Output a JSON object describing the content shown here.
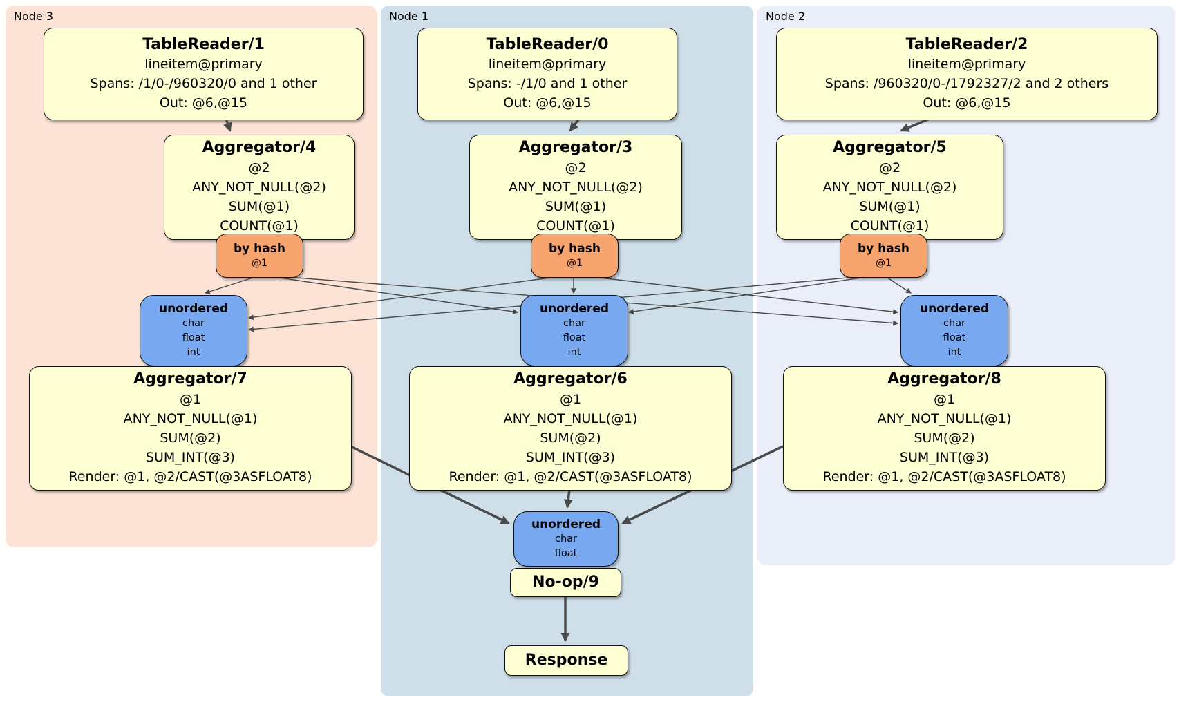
{
  "diagram": {
    "groups": [
      {
        "label": "Node 3"
      },
      {
        "label": "Node 1"
      },
      {
        "label": "Node 2"
      }
    ],
    "processors": {
      "tr1": {
        "title": "TableReader/1",
        "lines": [
          "lineitem@primary",
          "Spans: /1/0-/960320/0 and 1 other",
          "Out: @6,@15"
        ]
      },
      "tr0": {
        "title": "TableReader/0",
        "lines": [
          "lineitem@primary",
          "Spans: -/1/0 and 1 other",
          "Out: @6,@15"
        ]
      },
      "tr2": {
        "title": "TableReader/2",
        "lines": [
          "lineitem@primary",
          "Spans: /960320/0-/1792327/2 and 2 others",
          "Out: @6,@15"
        ]
      },
      "agg4": {
        "title": "Aggregator/4",
        "lines": [
          "@2",
          "ANY_NOT_NULL(@2)",
          "SUM(@1)",
          "COUNT(@1)"
        ]
      },
      "agg3": {
        "title": "Aggregator/3",
        "lines": [
          "@2",
          "ANY_NOT_NULL(@2)",
          "SUM(@1)",
          "COUNT(@1)"
        ]
      },
      "agg5": {
        "title": "Aggregator/5",
        "lines": [
          "@2",
          "ANY_NOT_NULL(@2)",
          "SUM(@1)",
          "COUNT(@1)"
        ]
      },
      "agg7": {
        "title": "Aggregator/7",
        "lines": [
          "@1",
          "ANY_NOT_NULL(@1)",
          "SUM(@2)",
          "SUM_INT(@3)",
          "Render: @1, @2/CAST(@3ASFLOAT8)"
        ]
      },
      "agg6": {
        "title": "Aggregator/6",
        "lines": [
          "@1",
          "ANY_NOT_NULL(@1)",
          "SUM(@2)",
          "SUM_INT(@3)",
          "Render: @1, @2/CAST(@3ASFLOAT8)"
        ]
      },
      "agg8": {
        "title": "Aggregator/8",
        "lines": [
          "@1",
          "ANY_NOT_NULL(@1)",
          "SUM(@2)",
          "SUM_INT(@3)",
          "Render: @1, @2/CAST(@3ASFLOAT8)"
        ]
      },
      "noop": {
        "title": "No-op/9"
      },
      "response": {
        "title": "Response"
      }
    },
    "router": {
      "title": "by hash",
      "detail": "@1"
    },
    "sync": {
      "title": "unordered",
      "three": [
        "char",
        "float",
        "int"
      ],
      "two": [
        "char",
        "float"
      ]
    },
    "colors": {
      "node3_bg": "#fce3d6",
      "node1_bg": "#cedfe9",
      "node2_bg": "#e9eef8",
      "processor_fill": "#ffffd4",
      "router_fill": "#f7a46e",
      "sync_fill": "#78a8f0",
      "edge": "#4a4a4a"
    }
  }
}
